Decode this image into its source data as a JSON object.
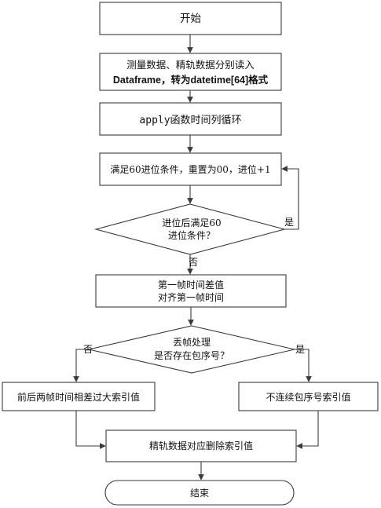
{
  "flowchart": {
    "start": "开始",
    "read_line1": "测量数据、精轨数据分别读入",
    "read_line2": "Dataframe，转为datetime[64]格式",
    "apply": "apply函数时间列循环",
    "carry": "满足60进位条件，重置为00，进位+1",
    "carry_check_line1": "进位后满足60",
    "carry_check_line2": "进位条件？",
    "yes_label_1": "是",
    "no_label_1": "否",
    "align_line1": "第一帧时间差值",
    "align_line2": "对齐第一帧时间",
    "drop_check_line1": "丢帧处理",
    "drop_check_line2": "是否存在包序号？",
    "no_label_2": "否",
    "yes_label_2": "是",
    "left_process": "前后两帧时间相差过大索引值",
    "right_process": "不连续包序号索引值",
    "merge": "精轨数据对应删除索引值",
    "end": "结束"
  }
}
